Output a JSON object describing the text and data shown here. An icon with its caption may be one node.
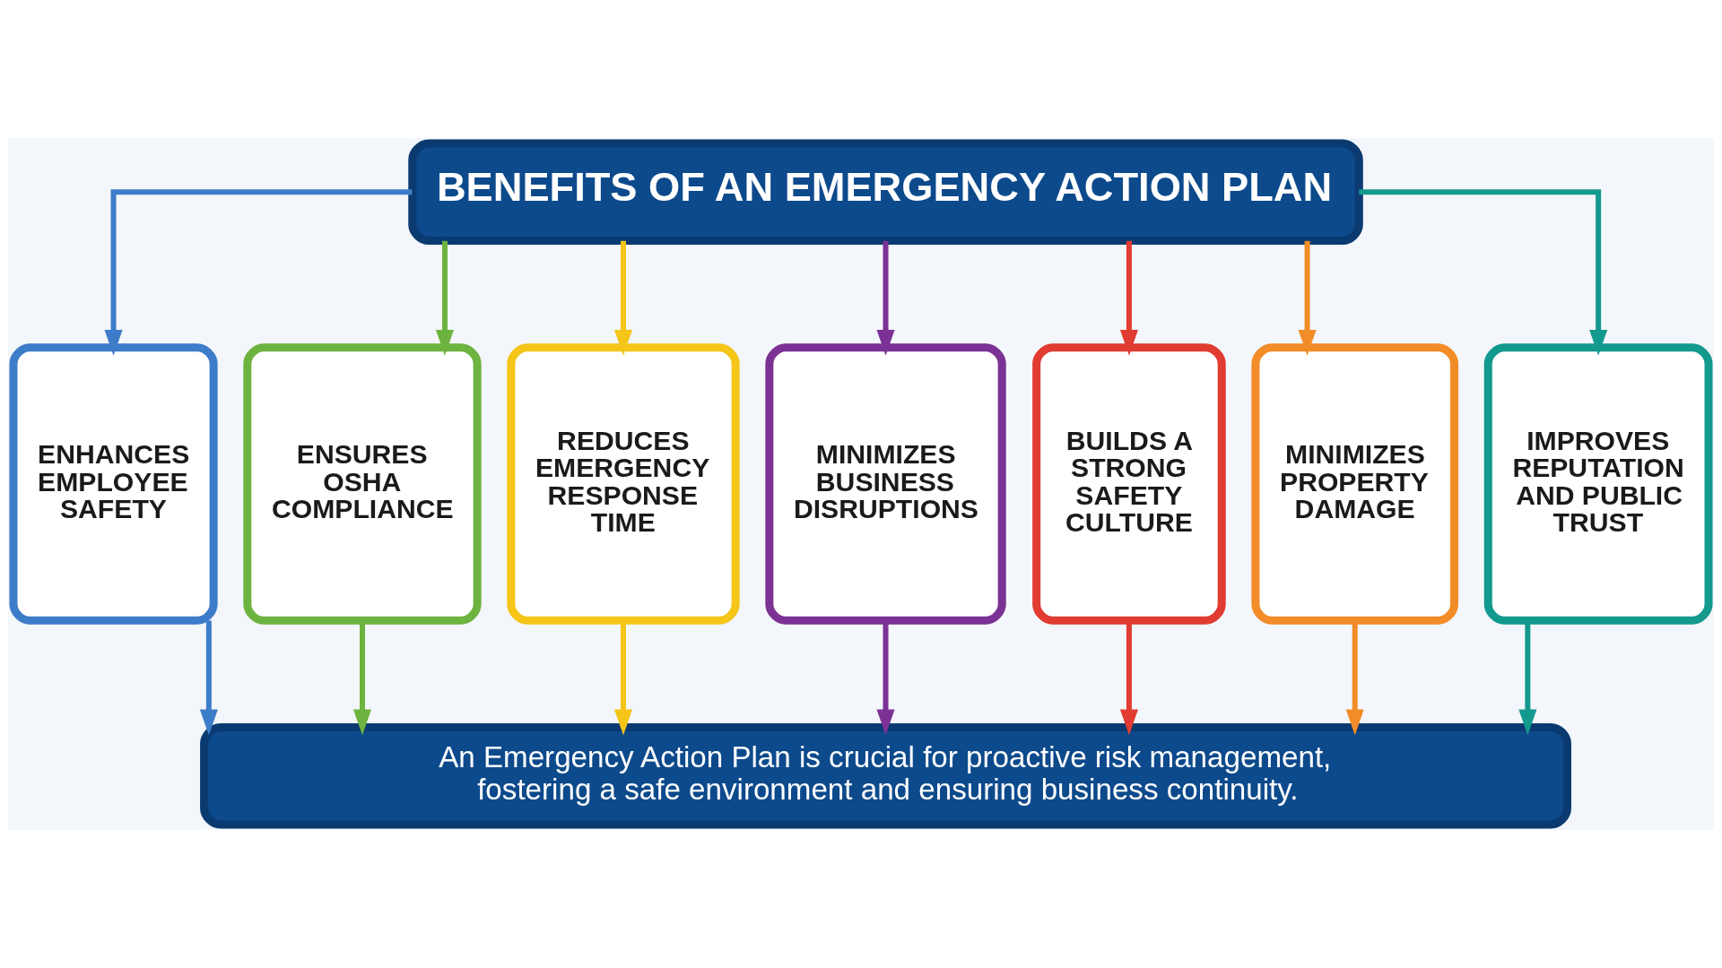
{
  "diagram": {
    "nodes": [
      {
        "text": [
          "BENEFITS OF AN EMERGENCY ACTION PLAN"
        ]
      },
      {
        "text": [
          "ENHANCES EMPLOYEE SAFETY"
        ]
      },
      {
        "text": [
          "ENSURES OSHA COMPLIANCE"
        ]
      },
      {
        "text": [
          "REDUCES EMERGENCY RESPONSE TIME"
        ]
      },
      {
        "text": [
          "MINIMIZES BUSINESS DISRUPTIONS"
        ]
      },
      {
        "text": [
          "BUILDS A STRONG SAFETY CULTURE"
        ]
      },
      {
        "text": [
          "MINIMIZES PROPERTY DAMAGE"
        ]
      },
      {
        "text": [
          "IMPROVES REPUTATION AND PUBLIC TRUST"
        ]
      },
      {
        "text": [
          "An Emergency Action Plan is crucial for proactive risk management, fostering a safe environment and ensuring business continuity."
        ]
      }
    ],
    "edges": [
      {
        "from": 0,
        "to": 1,
        "arrow": "to",
        "color": "#3d7cc9"
      },
      {
        "from": 0,
        "to": 2,
        "arrow": "to",
        "color": "#6db33f"
      },
      {
        "from": 0,
        "to": 3,
        "arrow": "to",
        "color": "#f5c518"
      },
      {
        "from": 0,
        "to": 4,
        "arrow": "to",
        "color": "#7b3294"
      },
      {
        "from": 0,
        "to": 5,
        "arrow": "to",
        "color": "#e03c31"
      },
      {
        "from": 0,
        "to": 6,
        "arrow": "to",
        "color": "#f28c28"
      },
      {
        "from": 0,
        "to": 7,
        "arrow": "to",
        "color": "#14998f"
      },
      {
        "from": 1,
        "to": 8,
        "arrow": "to",
        "color": "#3d7cc9"
      },
      {
        "from": 2,
        "to": 8,
        "arrow": "to",
        "color": "#6db33f"
      },
      {
        "from": 3,
        "to": 8,
        "arrow": "to",
        "color": "#f5c518"
      },
      {
        "from": 4,
        "to": 8,
        "arrow": "to",
        "color": "#7b3294"
      },
      {
        "from": 5,
        "to": 8,
        "arrow": "to",
        "color": "#e03c31"
      },
      {
        "from": 6,
        "to": 8,
        "arrow": "to",
        "color": "#f28c28"
      },
      {
        "from": 7,
        "to": 8,
        "arrow": "to",
        "color": "#14998f"
      }
    ]
  }
}
